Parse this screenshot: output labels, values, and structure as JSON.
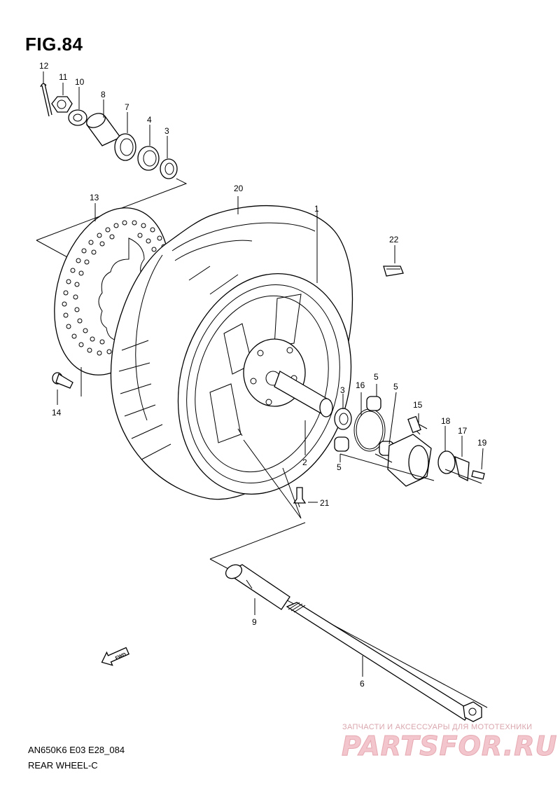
{
  "figure": {
    "title": "FIG.84",
    "model_code": "AN650K6 E03 E28_084",
    "section_name": "REAR WHEEL-C"
  },
  "callouts": [
    "1",
    "2",
    "3",
    "3",
    "4",
    "5",
    "5",
    "5",
    "6",
    "7",
    "8",
    "9",
    "10",
    "11",
    "12",
    "13",
    "14",
    "15",
    "16",
    "17",
    "18",
    "19",
    "20",
    "21",
    "22"
  ],
  "direction_arrow": {
    "label": "FWD",
    "icon": "fwd-arrow-icon"
  },
  "watermark": {
    "tagline": "ЗАПЧАСТИ И АКСЕССУАРЫ ДЛЯ МОТОТЕХНИКИ",
    "logo_text": "PARTSFOR.RU",
    "colors": {
      "tagline": "#d9a6ad",
      "logo": "#f2c6cc"
    }
  },
  "colors": {
    "line": "#000000",
    "background": "#ffffff"
  }
}
